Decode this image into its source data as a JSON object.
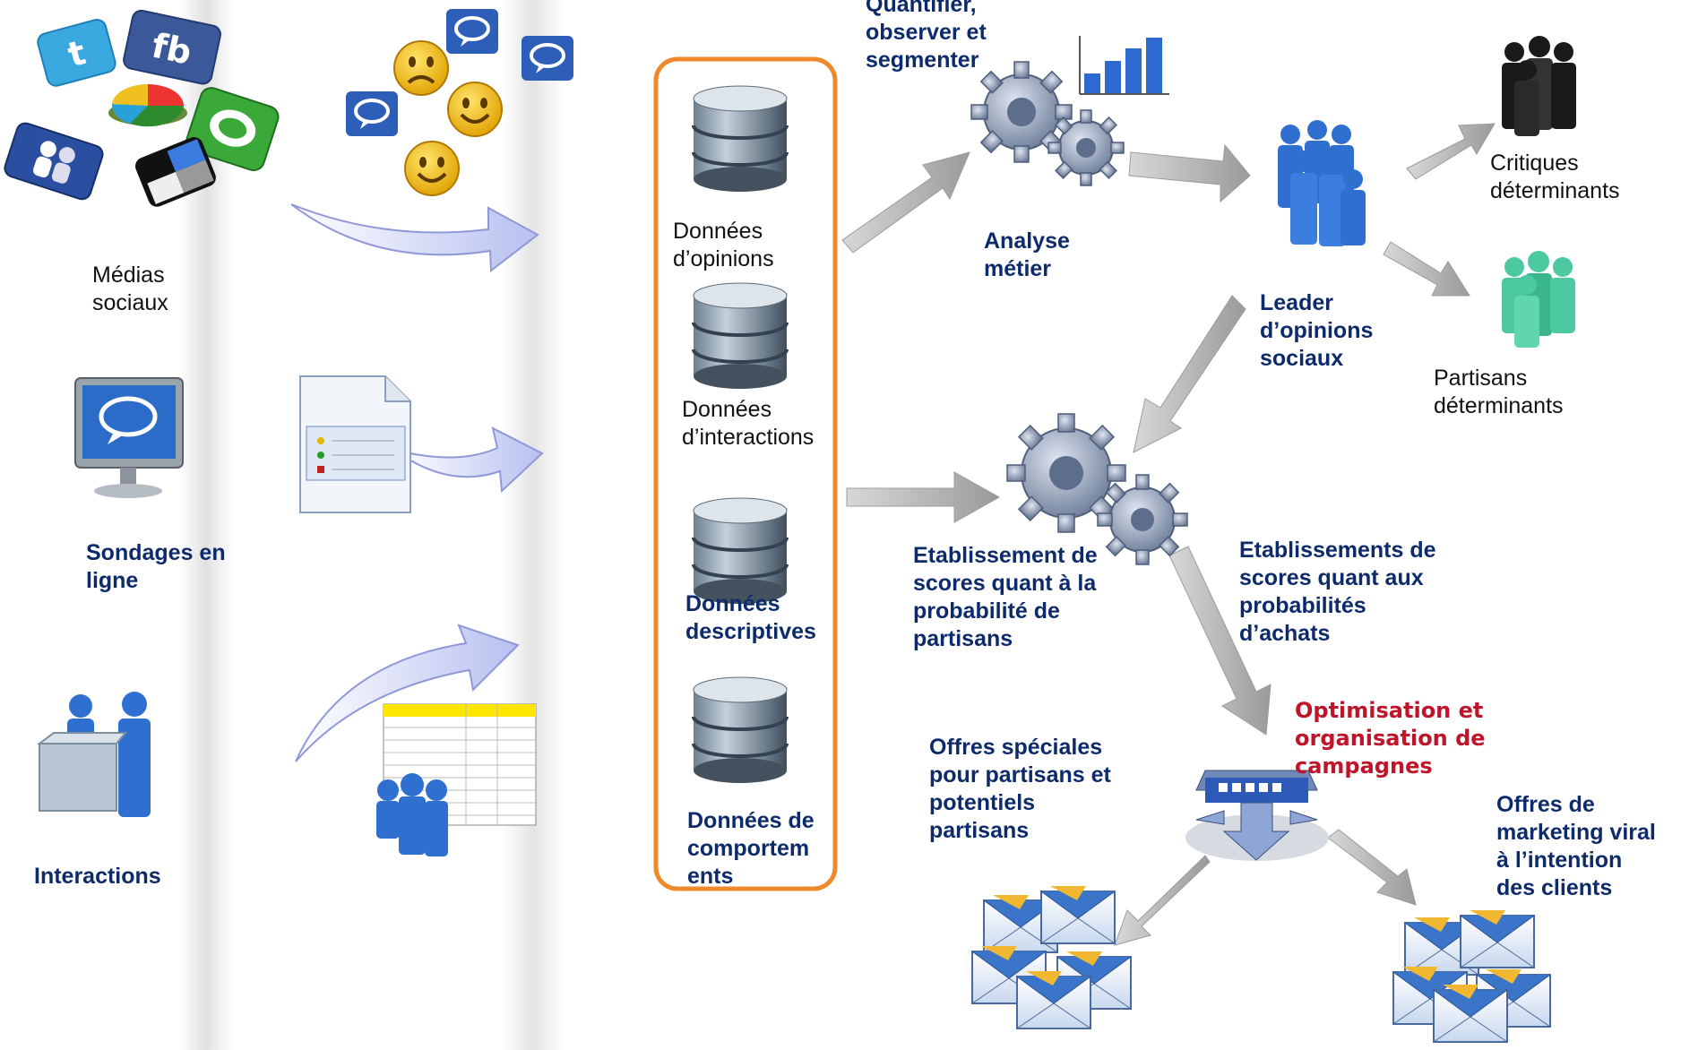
{
  "sources": {
    "social": "Médias\nsociaux",
    "surveys": "Sondages en\nligne",
    "interactions": "Interactions"
  },
  "data_store": {
    "opinions": "Données\nd’opinions",
    "interactions": "Données\nd’interactions",
    "descriptive": "Données\ndescriptives",
    "behavior": "Données de\ncomportem\nents"
  },
  "analysis": {
    "quantify": "Quantifier,\nobserver et\nsegmenter",
    "business": "Analyse\nmétier"
  },
  "segments": {
    "leaders": "Leader\nd’opinions\nsociaux",
    "critics": "Critiques\ndéterminants",
    "partisans": "Partisans\ndéterminants"
  },
  "scoring": {
    "partisan_score": "Etablissement de\nscores quant à la\nprobabilité de\npartisans",
    "purchase_score": "Etablissements de\nscores quant aux\nprobabilités\nd’achats"
  },
  "campaign": {
    "optimization": "Optimisation et\norganisation de\ncampagnes",
    "special_offers": "Offres spéciales\npour partisans et\npotentiels\npartisans",
    "viral_offers": "Offres de\nmarketing viral\nà l’intention\ndes clients"
  },
  "social_icons": {
    "twitter": "t",
    "facebook": "fb"
  },
  "colors": {
    "box_border": "#ee8a2b",
    "title_text": "#0d2a6b",
    "highlight_text": "#c0142a",
    "people_blue": "#2f6fd0",
    "people_black": "#1a1a1a",
    "people_green": "#4cc9a0"
  },
  "icons": [
    "twitter-icon",
    "facebook-icon",
    "pie-chart-icon",
    "chat-bubble-icon",
    "people-icon",
    "smiley-icon",
    "document-icon",
    "spreadsheet-icon",
    "database-icon",
    "gear-icon",
    "bar-chart-icon",
    "router-icon",
    "envelope-icon"
  ]
}
